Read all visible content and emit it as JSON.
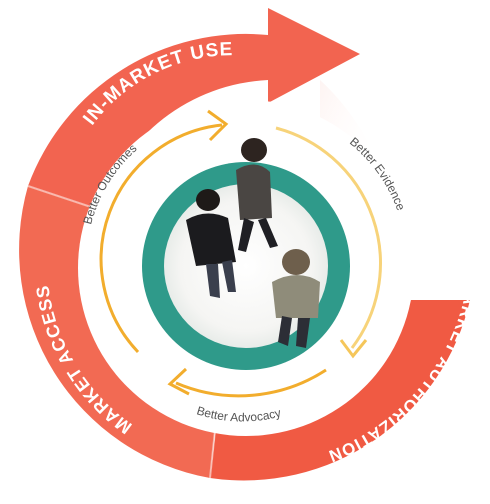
{
  "diagram": {
    "outer_segments": [
      {
        "id": "in-market-use",
        "label": "IN-MARKET USE"
      },
      {
        "id": "market-authorization",
        "label": "MARKET AUTHORIZATION"
      },
      {
        "id": "market-access",
        "label": "MARKET ACCESS"
      }
    ],
    "inner_cycle": [
      {
        "id": "better-outcomes",
        "label": "Better Outcomes"
      },
      {
        "id": "better-evidence",
        "label": "Better Evidence"
      },
      {
        "id": "better-advocacy",
        "label": "Better Advocacy"
      }
    ],
    "center_image": {
      "description_icon": "people-walking-photo-icon"
    },
    "colors": {
      "outer_ring": "#f0604a",
      "outer_ring_light": "#fbd3c9",
      "inner_arrows": "#f2ad2d",
      "inner_arrows_light": "#f7d37a",
      "center_ring": "#2f9a8a"
    }
  }
}
